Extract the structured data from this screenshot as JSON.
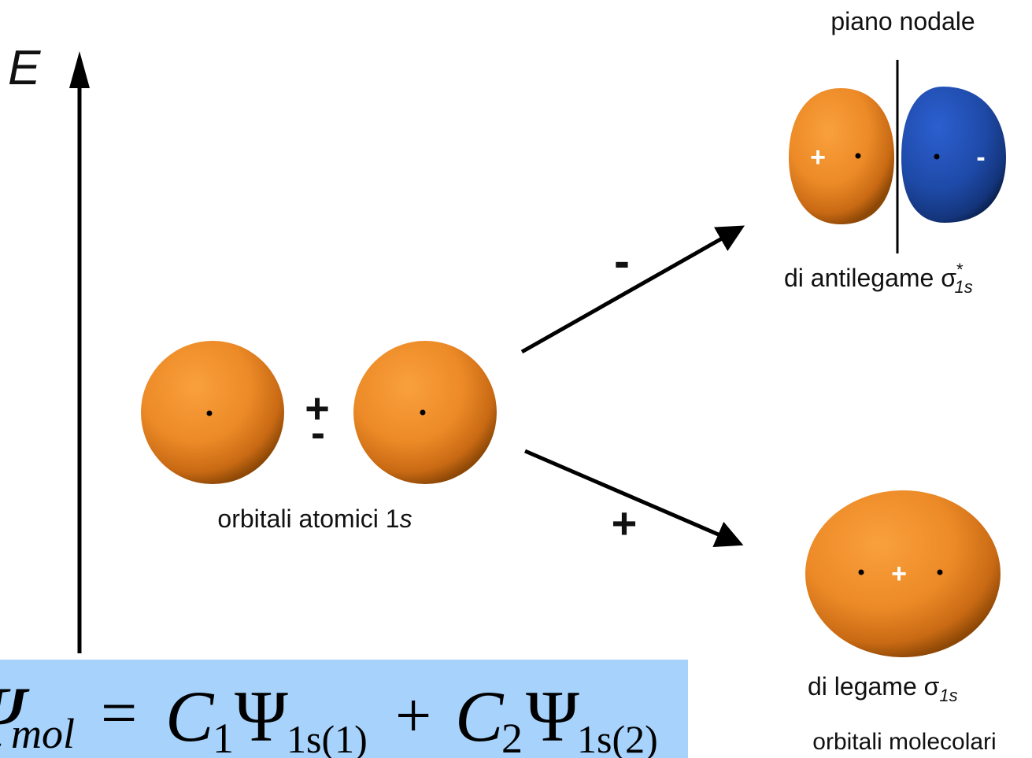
{
  "energy_axis_label": "E",
  "top_label": "piano nodale",
  "antibonding": {
    "label_prefix": "di antilegame σ",
    "label_sup": "*",
    "label_sub": "1s",
    "left_sign": "+",
    "right_sign": "-"
  },
  "bonding": {
    "label_prefix": "di legame σ",
    "label_sub": "1s",
    "center_sign": "+"
  },
  "atomic_label_text": "orbitali atomici 1",
  "atomic_label_italic": "s",
  "plus_minus_top": "+",
  "plus_minus_bottom": "-",
  "arrow_upper_sign": "-",
  "arrow_lower_sign": "+",
  "bottom_label": "orbitali molecolari",
  "formula": {
    "psi": "Ψ",
    "mol": "mol",
    "eq": "=",
    "c": "C",
    "one": "1",
    "two": "2",
    "sub1": "1s(1)",
    "sub2": "1s(2)",
    "plus": "+"
  },
  "colors": {
    "orange": "#f08a24",
    "blue": "#1f4fb0",
    "formula_bg": "#a6d2fb"
  }
}
